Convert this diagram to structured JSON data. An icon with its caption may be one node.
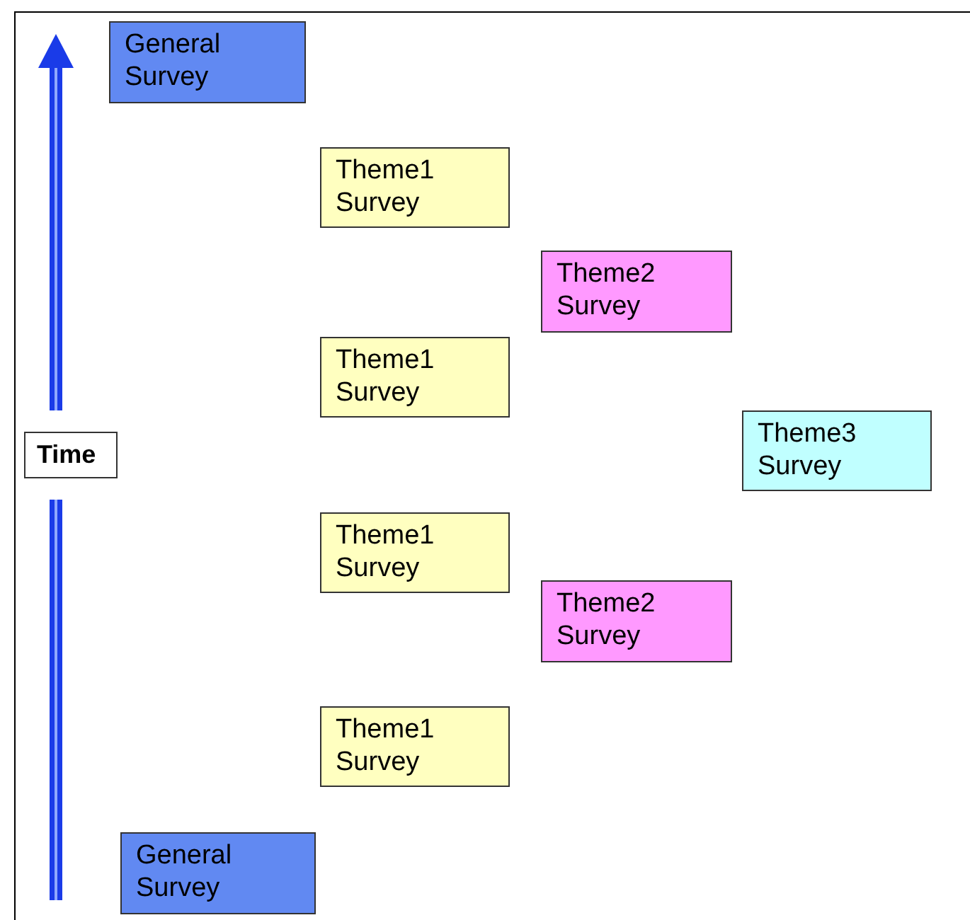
{
  "diagram": {
    "nodes": [
      {
        "text": [
          "General Survey"
        ]
      },
      {
        "text": [
          "Theme1 Survey"
        ]
      },
      {
        "text": [
          "Theme2 Survey"
        ]
      },
      {
        "text": [
          "Theme1 Survey"
        ]
      },
      {
        "text": [
          "Theme3 Survey"
        ]
      },
      {
        "text": [
          "Time"
        ]
      },
      {
        "text": [
          "Theme1 Survey"
        ]
      },
      {
        "text": [
          "Theme2 Survey"
        ]
      },
      {
        "text": [
          "Theme1 Survey"
        ]
      },
      {
        "text": [
          "General Survey"
        ]
      }
    ],
    "edges": []
  }
}
